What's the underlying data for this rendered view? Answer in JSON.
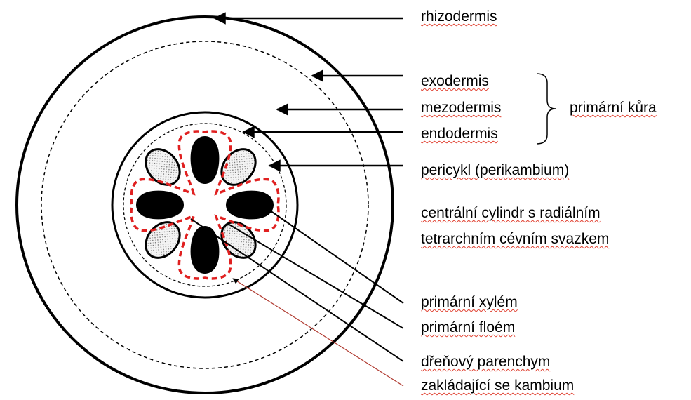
{
  "labels": {
    "rhizodermis": "rhizodermis",
    "exodermis": "exodermis",
    "mezodermis": "mezodermis",
    "endodermis": "endodermis",
    "primarni_kura": "primární kůra",
    "pericykl": "pericykl (perikambium)",
    "centralni_line1": "centrální cylindr s radiálním",
    "centralni_line2": "tetrarchním cévním svazkem",
    "primarni_xylem": "primární xylém",
    "primarni_floem": "primární floém",
    "drenovy_parenchym": "dřeňový parenchym",
    "kambium": "zakládající se kambium"
  },
  "colors": {
    "ink": "#000000",
    "cambium_red": "#e02020",
    "pointer_red": "#b03a30",
    "spellcheck": "#e04030"
  },
  "structures": {
    "xylem_arms": 4,
    "phloem_groups": 4,
    "bundle_type": "tetrarch radial"
  }
}
